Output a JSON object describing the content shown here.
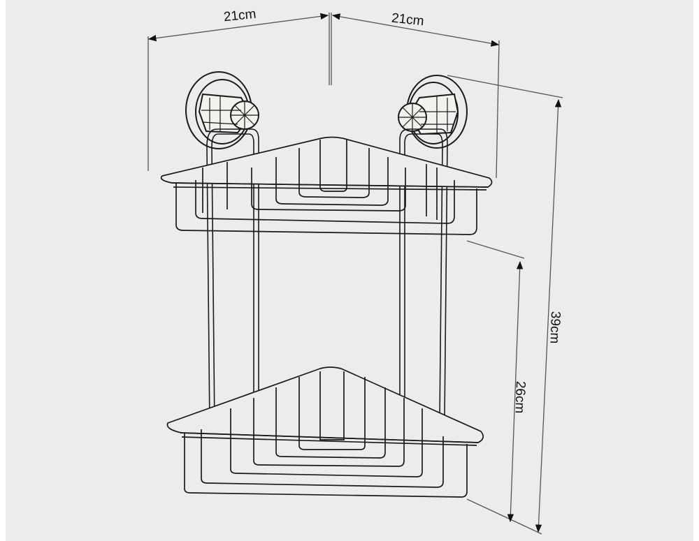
{
  "diagram": {
    "subject": "Two-tier corner wire shelf with suction-cup mounts",
    "colors": {
      "background": "#ecedea",
      "line": "#1a1a1a",
      "dimension_line": "#555555"
    },
    "dimensions": {
      "left_width": "21cm",
      "right_width": "21cm",
      "total_height": "39cm",
      "shelf_spacing": "26cm"
    },
    "parts": [
      {
        "name": "suction-cup-mount",
        "count": 2
      },
      {
        "name": "vertical-support-rods",
        "count": 4
      },
      {
        "name": "wire-basket",
        "count": 2
      }
    ]
  }
}
